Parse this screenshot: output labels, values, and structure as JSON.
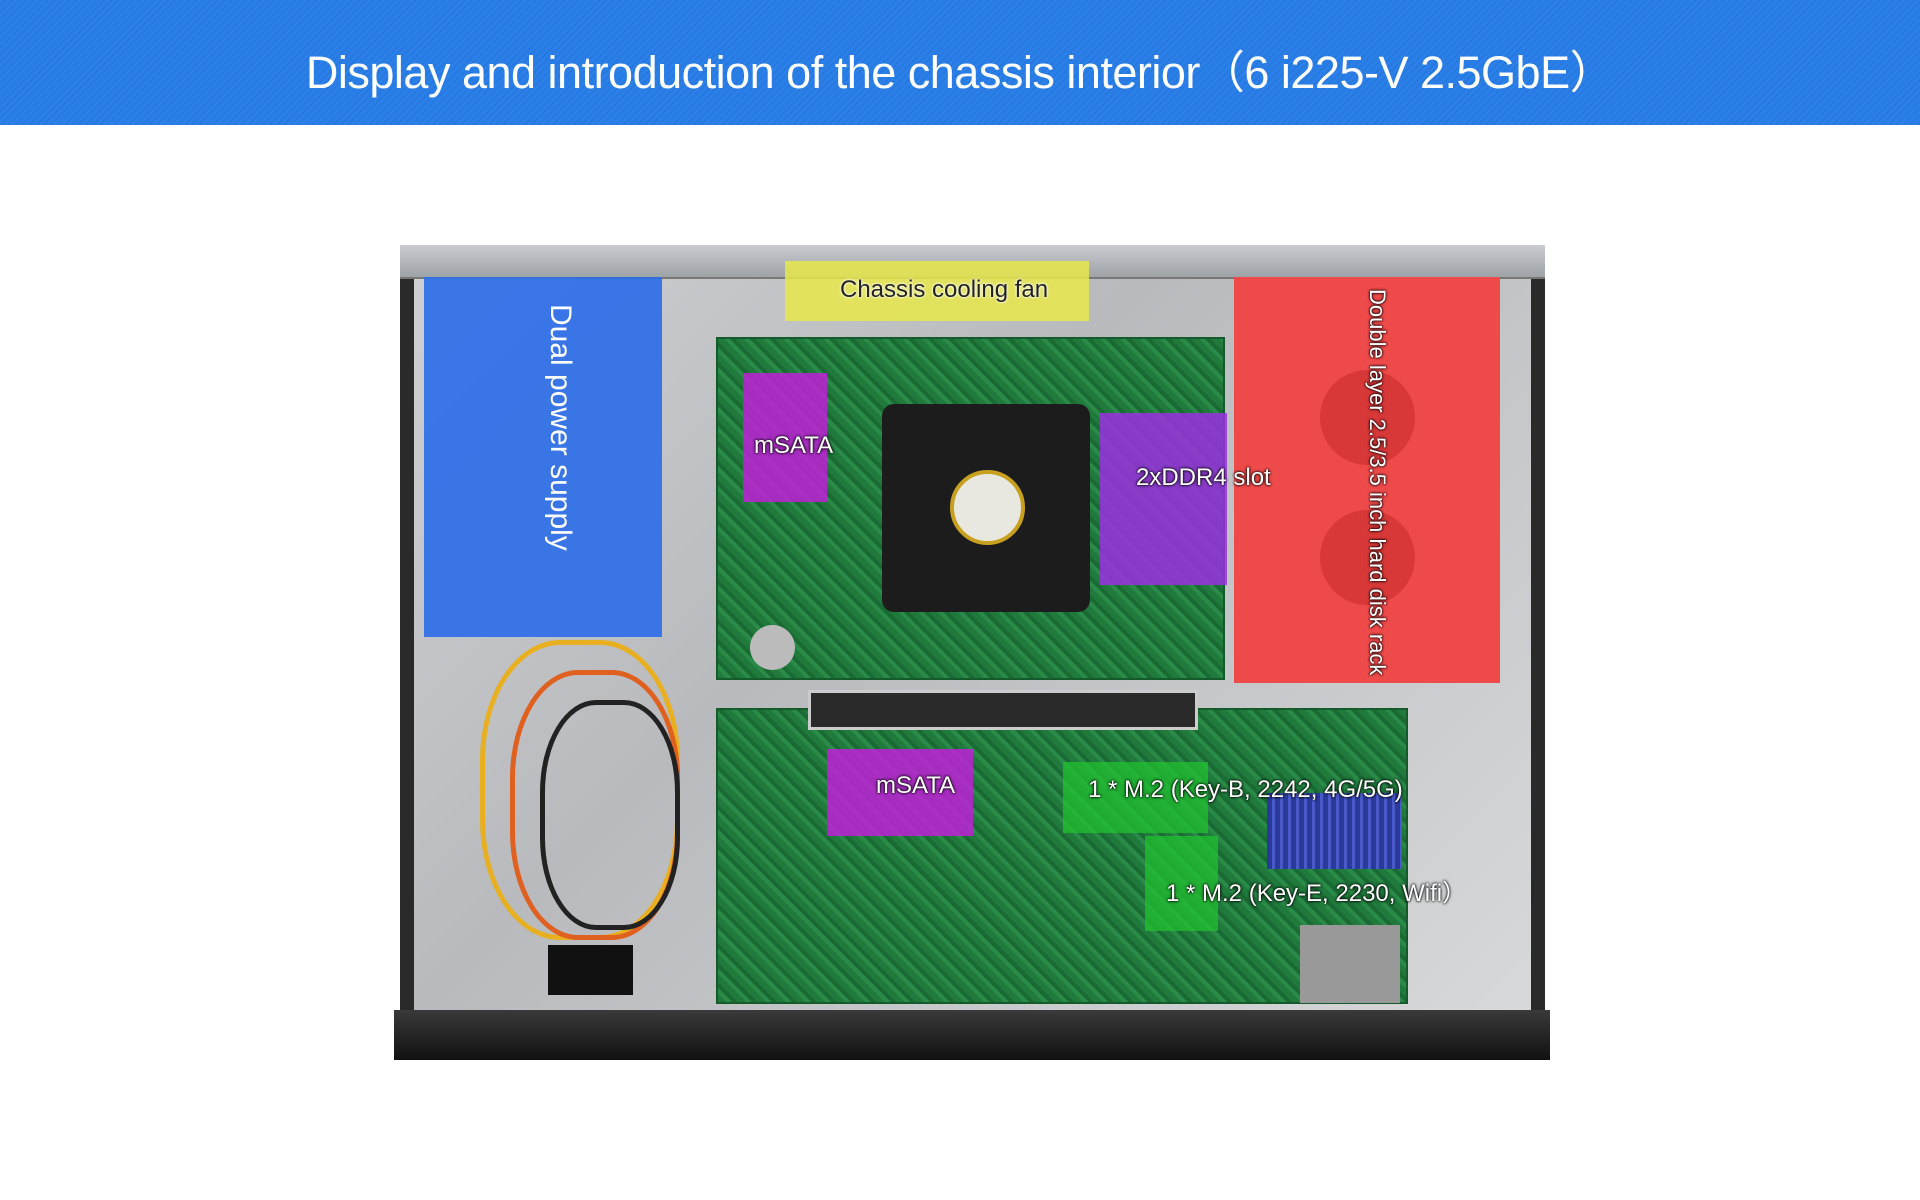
{
  "header": {
    "title": "Display and introduction of the chassis interior（6 i225-V 2.5GbE）"
  },
  "labels": {
    "power_supply": "Dual power supply",
    "cooling_fan": "Chassis cooling fan",
    "hdd_rack": "Double layer 2.5/3.5 inch hard disk rack",
    "msata_top": "mSATA",
    "ddr4": "2xDDR4 slot",
    "msata_bottom": "mSATA",
    "m2_key_b": "1 * M.2 (Key-B, 2242, 4G/5G)",
    "m2_key_e": "1 * M.2 (Key-E, 2230, Wifi）"
  },
  "colors": {
    "header": "#2a7fe6",
    "psu": "#2f6fe8",
    "fan": "#e8e84a",
    "hdd": "#ef4a4a",
    "msata": "#c020d8",
    "ddr": "#9a30e0",
    "m2": "#22c030"
  }
}
